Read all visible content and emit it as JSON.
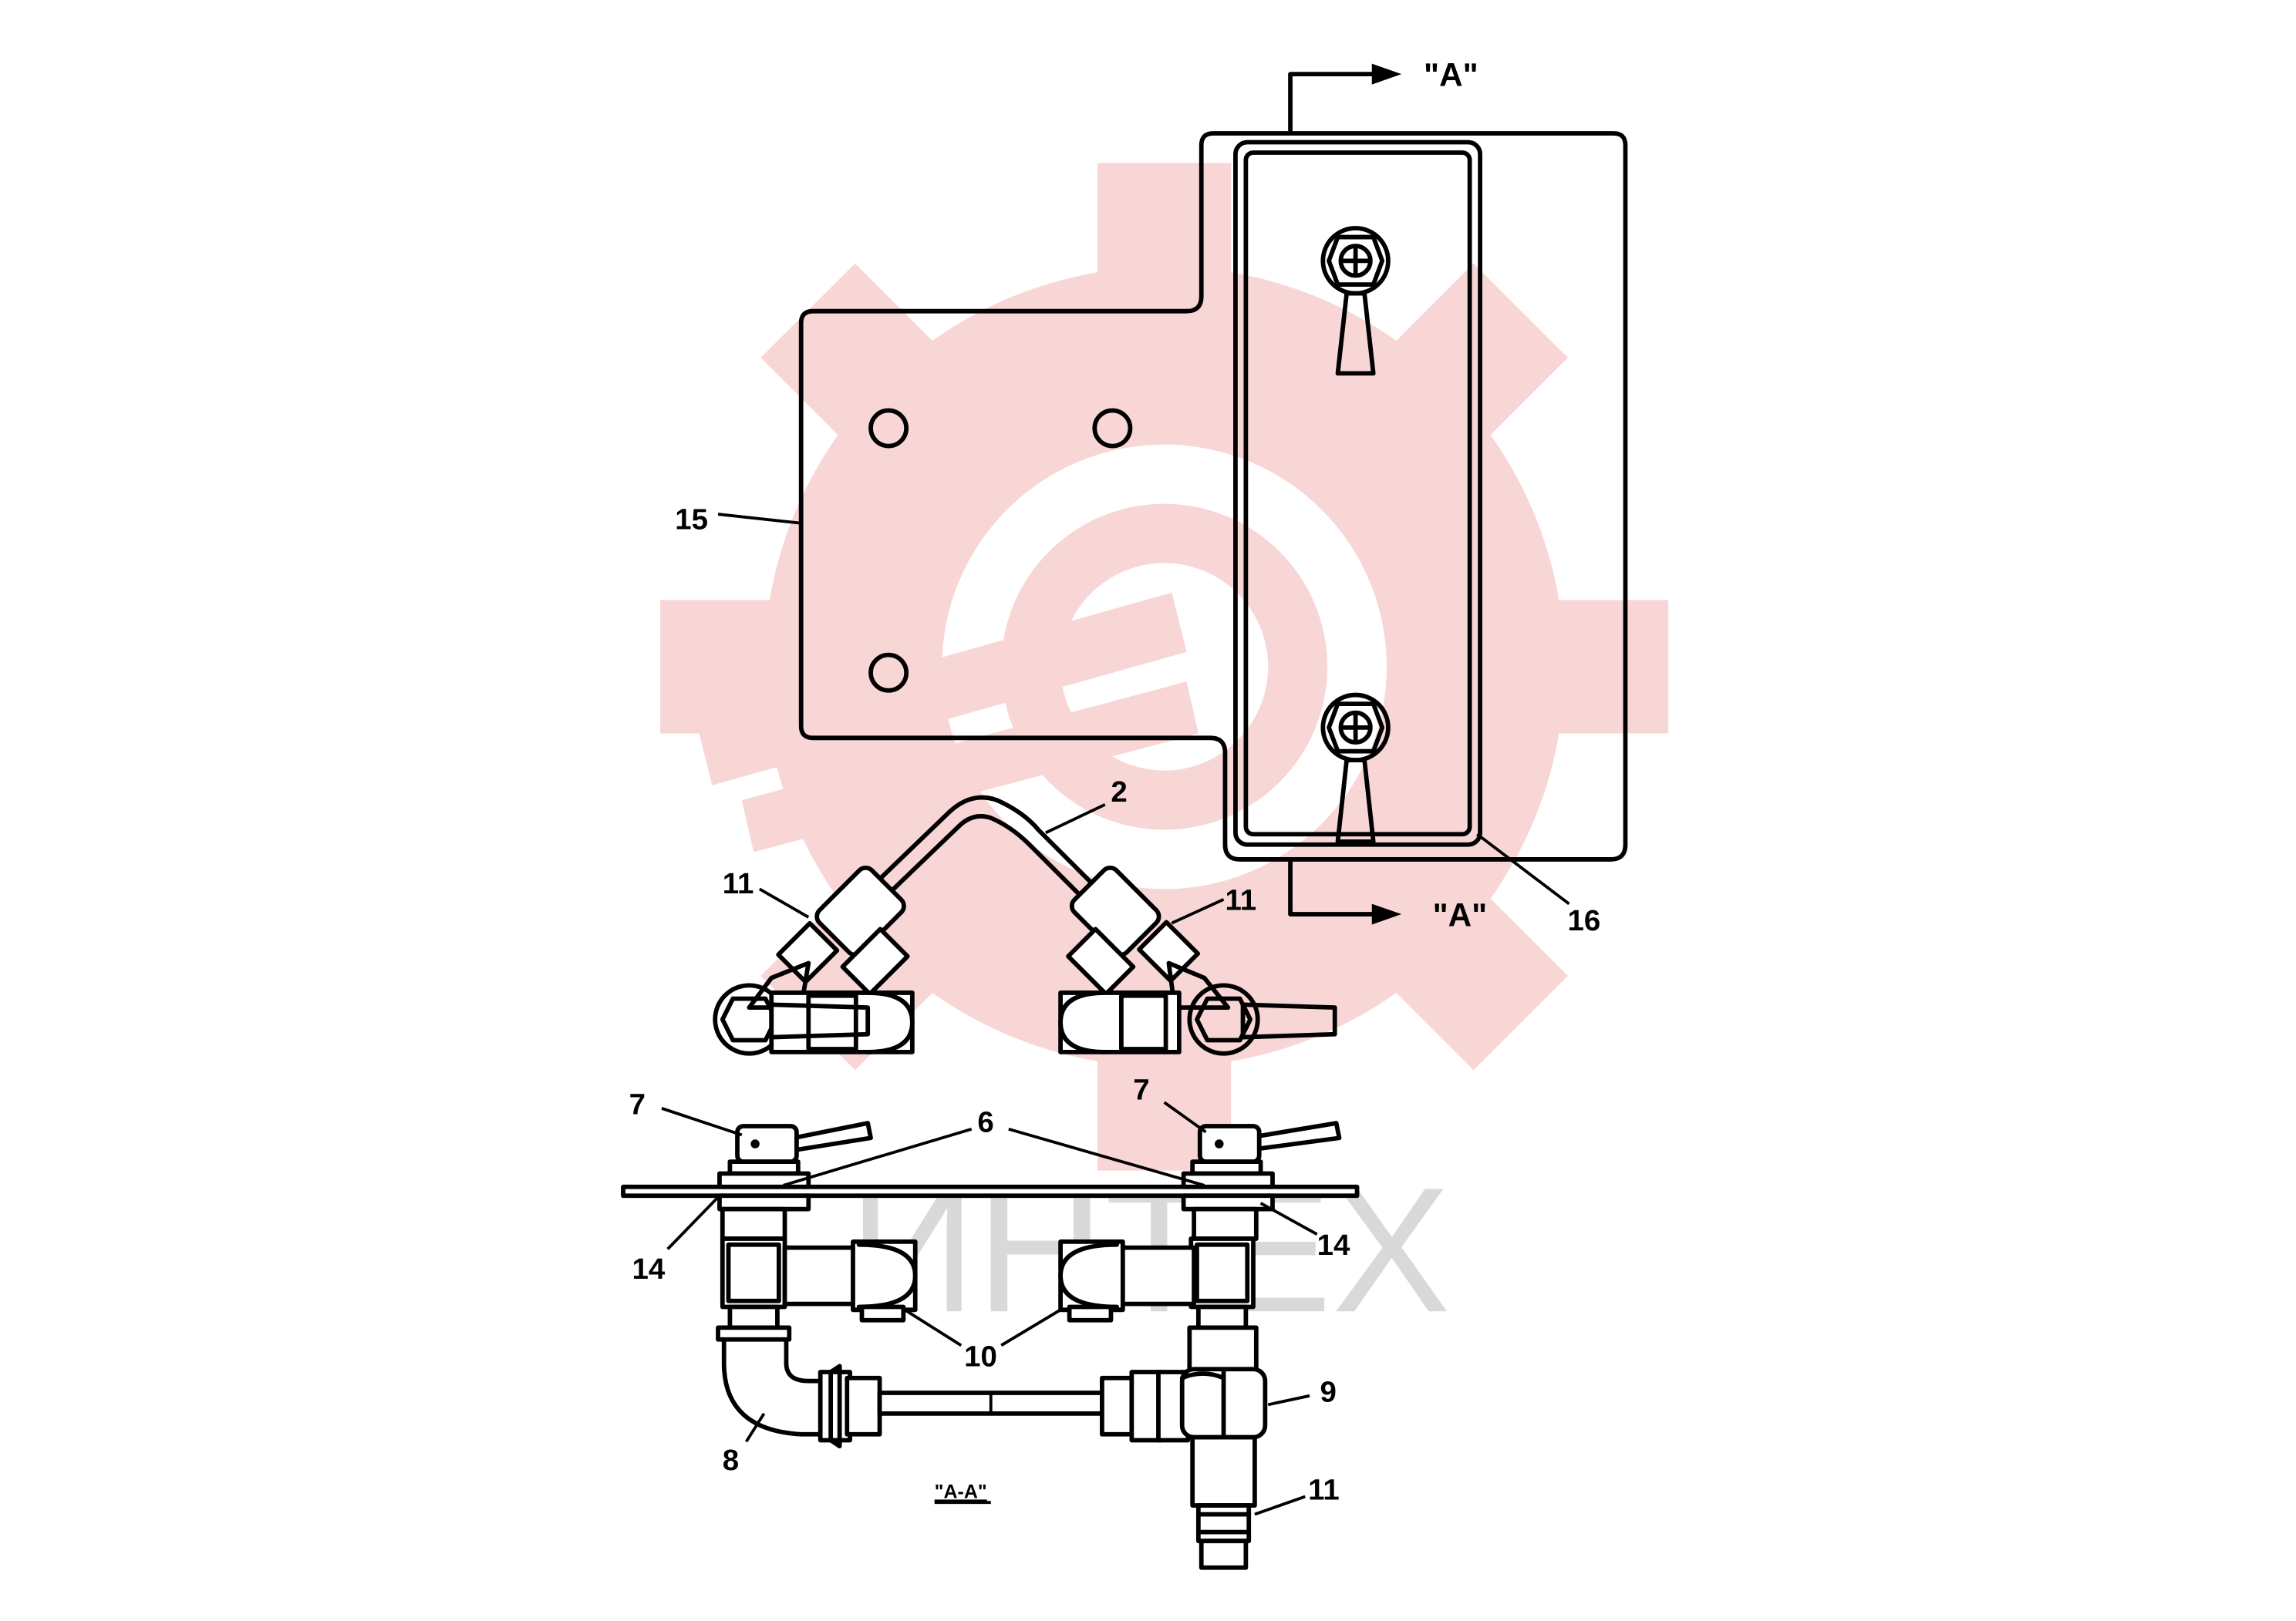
{
  "watermark": {
    "text": "ИНТЕХ",
    "gear_color": "#f4b6b6",
    "text_color": "#d9d9d9"
  },
  "section_marks": {
    "top": "\"A\"",
    "bottom": "\"A\"",
    "section_title": "\"A-A\""
  },
  "labels": {
    "l15": "15",
    "l16": "16",
    "l2": "2",
    "l11a": "11",
    "l11b": "11",
    "l11c": "11",
    "l7a": "7",
    "l7b": "7",
    "l6": "6",
    "l14a": "14",
    "l14b": "14",
    "l10": "10",
    "l9": "9",
    "l8": "8"
  }
}
